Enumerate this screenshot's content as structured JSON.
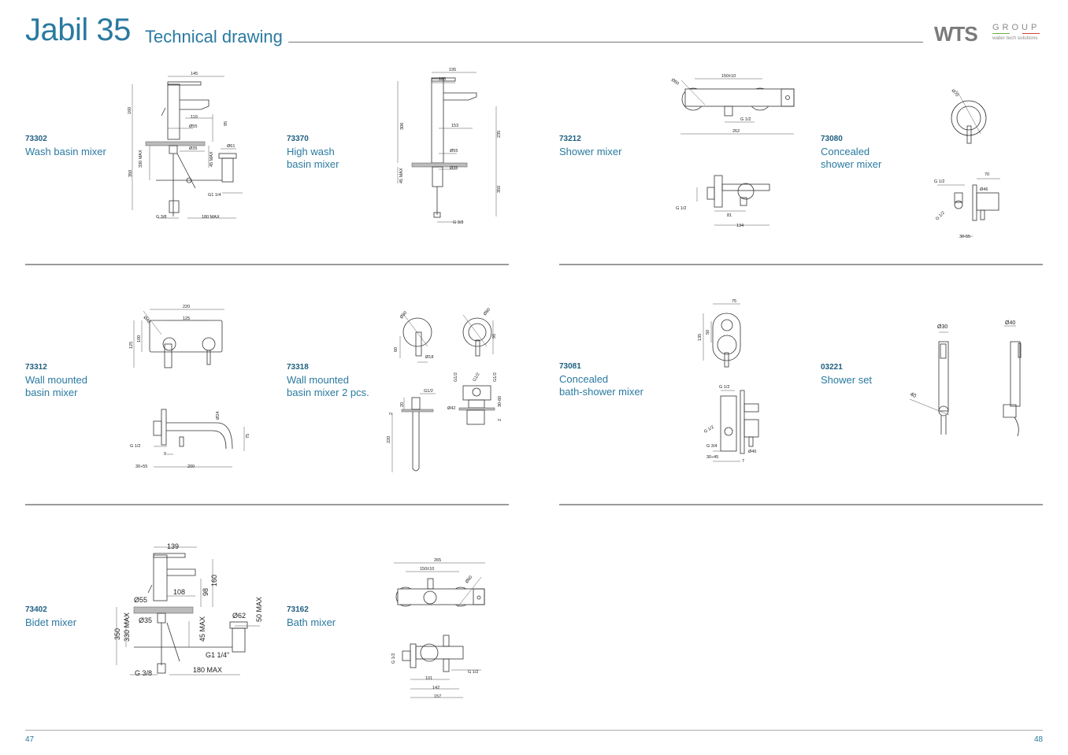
{
  "header": {
    "title": "Jabil 35",
    "subtitle": "Technical drawing",
    "logo_text": "WTS",
    "logo_group": "GROUP",
    "logo_tagline": "water tech solutions"
  },
  "products": [
    {
      "code": "73302",
      "name": "Wash basin mixer",
      "dims": [
        "145",
        "160",
        "110",
        "95",
        "Ø55",
        "Ø35",
        "Ø61",
        "330 MAX",
        "45 MAX",
        "350",
        "G1 1/4",
        "G 3/8",
        "180 MAX"
      ]
    },
    {
      "code": "73370",
      "name": "High wash basin mixer",
      "name_lines": [
        "High wash",
        "basin mixer"
      ],
      "dims": [
        "195",
        "105",
        "306",
        "153",
        "235",
        "Ø55",
        "Ø35",
        "45 MAX",
        "350",
        "G 3/8"
      ]
    },
    {
      "code": "73212",
      "name": "Shower mixer",
      "dims": [
        "Ø60",
        "150±10",
        "G 1/2",
        "262",
        "G 1/2",
        "81",
        "134"
      ]
    },
    {
      "code": "73080",
      "name": "Concealed shower mixer",
      "name_lines": [
        "Concealed",
        "shower mixer"
      ],
      "dims": [
        "Ø70",
        "70",
        "G 1/2",
        "Ø46",
        "G 1/2",
        "30-55"
      ]
    },
    {
      "code": "73312",
      "name": "Wall mounted basin mixer",
      "name_lines": [
        "Wall mounted",
        "basin mixer"
      ],
      "dims": [
        "220",
        "125",
        "Ø46",
        "125",
        "100",
        "Ø24",
        "75",
        "G 1/2",
        "9",
        "30÷55",
        "200"
      ]
    },
    {
      "code": "73318",
      "name": "Wall mounted basin mixer 2 pcs.",
      "name_lines": [
        "Wall mounted",
        "basin mixer 2 pcs."
      ],
      "dims": [
        "Ø80",
        "60",
        "Ø18",
        "Ø80",
        "95",
        "G1/2",
        "20",
        "2",
        "220",
        "G1/2",
        "G1/2",
        "G1/2",
        "30-60",
        "Ø42",
        "2"
      ]
    },
    {
      "code": "73081",
      "name": "Concealed bath-shower mixer",
      "name_lines": [
        "Concealed",
        "bath-shower mixer"
      ],
      "dims": [
        "75",
        "135",
        "50",
        "G 1/2",
        "G 1/2",
        "G 3/4",
        "30÷45",
        "Ø46",
        "7"
      ]
    },
    {
      "code": "03221",
      "name": "Shower set",
      "dims": [
        "Ø30",
        "40",
        "Ø40"
      ]
    },
    {
      "code": "73402",
      "name": "Bidet mixer",
      "dims": [
        "139",
        "160",
        "108",
        "98",
        "Ø55",
        "Ø35",
        "Ø62",
        "50 MAX",
        "330 MAX",
        "45 MAX",
        "350",
        "G1 1/4\"",
        "G 3/8",
        "180 MAX"
      ]
    },
    {
      "code": "73162",
      "name": "Bath mixer",
      "dims": [
        "265",
        "150±10",
        "Ø60",
        "G 1/2",
        "G 1/2",
        "101",
        "142",
        "157"
      ]
    }
  ],
  "footer": {
    "page_left": "47",
    "page_right": "48"
  },
  "colors": {
    "accent": "#2a7aa0",
    "logo_grey": "#7a7a7a",
    "logo_green": "#6fb04a",
    "logo_red": "#d0453a"
  }
}
